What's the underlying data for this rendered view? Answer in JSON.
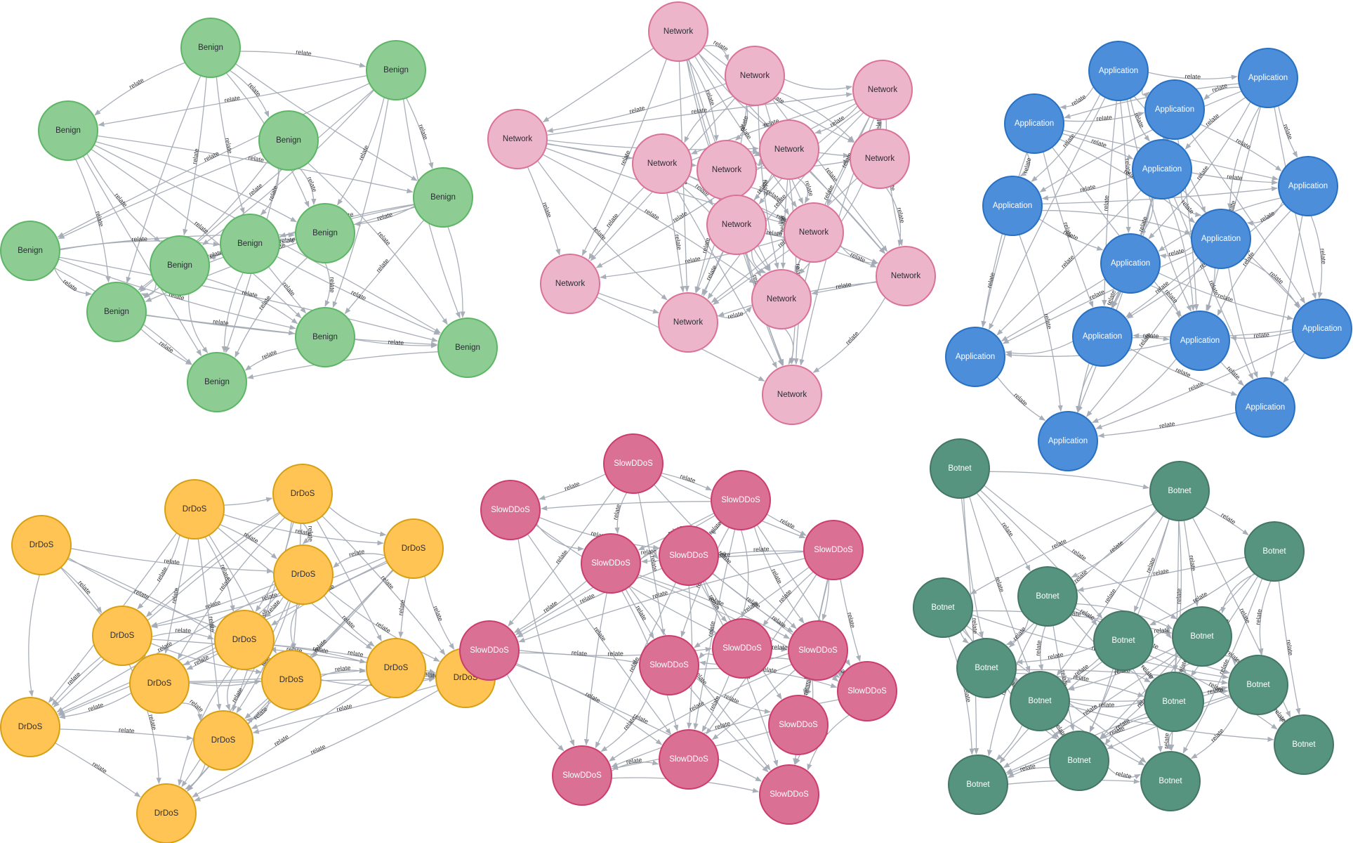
{
  "edge_label": "relate",
  "edge_color": "#a5abb6",
  "clusters": [
    {
      "label": "Benign",
      "fill": "#8dcc93",
      "stroke": "#5db665",
      "text_color": "#2a2c34",
      "node_count": 13
    },
    {
      "label": "Network",
      "fill": "#ecb5c9",
      "stroke": "#da7298",
      "text_color": "#2a2c34",
      "node_count": 15
    },
    {
      "label": "Application",
      "fill": "#4c8eda",
      "stroke": "#2870c2",
      "text_color": "#ffffff",
      "node_count": 15
    },
    {
      "label": "DrDoS",
      "fill": "#ffc454",
      "stroke": "#d7a013",
      "text_color": "#2a2c34",
      "node_count": 14
    },
    {
      "label": "SlowDDoS",
      "fill": "#da7194",
      "stroke": "#cc3c6c",
      "text_color": "#ffffff",
      "node_count": 15
    },
    {
      "label": "Botnet",
      "fill": "#569480",
      "stroke": "#447666",
      "text_color": "#ffffff",
      "node_count": 15
    }
  ]
}
